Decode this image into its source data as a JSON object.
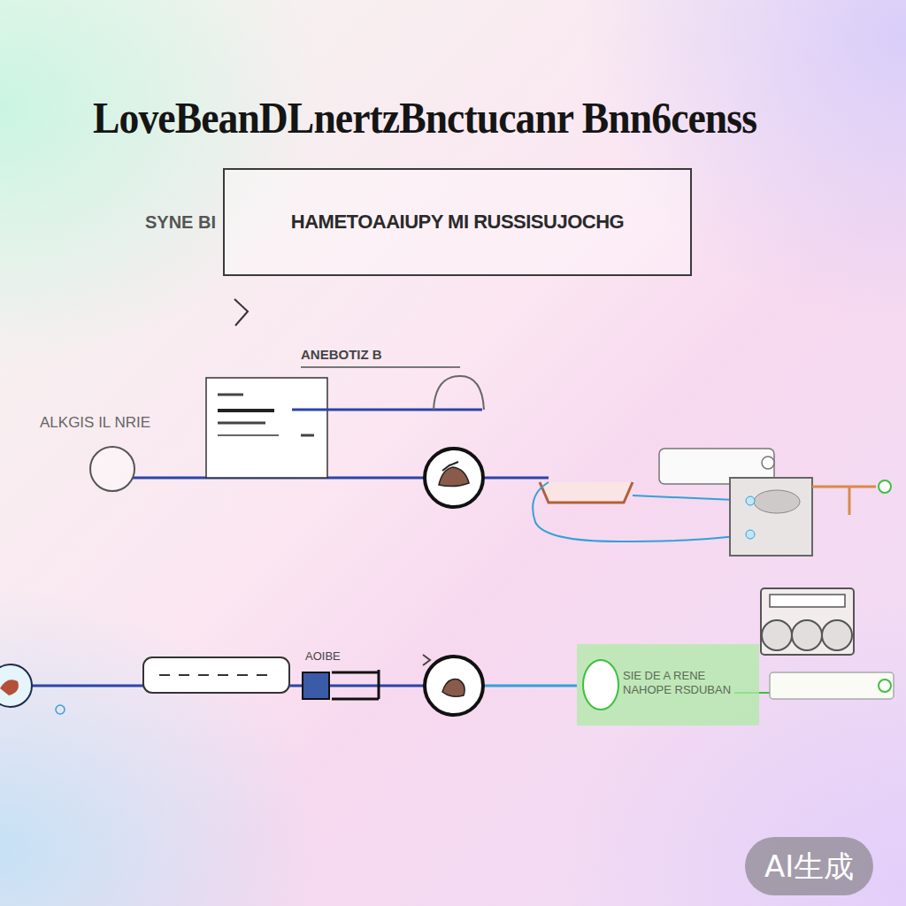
{
  "diagram": {
    "title": "LoveBeanDLnertzBnctucanr Bnn6censs",
    "nodes": [
      {
        "text": [
          "SYNE BI",
          "HAMETOAAIUPY MI RUSSISUJOCHG"
        ]
      },
      {
        "text": [
          "SIE DE A RENE NAHOPE RSDUBAN"
        ]
      }
    ],
    "labels": [
      "ANEBOTIZ B",
      "ALKGIS IL NRIE",
      "AOIBE",
      "AI生成"
    ]
  }
}
